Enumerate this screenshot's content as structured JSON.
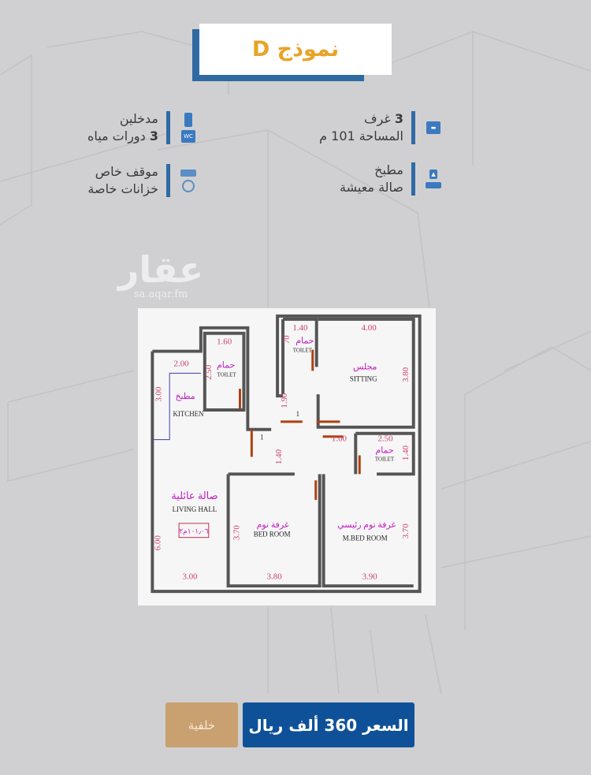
{
  "title": "نموذج D",
  "features_right": [
    {
      "line1_num": "3",
      "line1": "غرف",
      "line2": "المساحة 101 م",
      "icon": "bed-icon"
    },
    {
      "line1": "مطبخ",
      "line2": "صالة معيشة",
      "icon": "kitchen-sofa-icon"
    }
  ],
  "features_left": [
    {
      "line1": "مدخلين",
      "line2_num": "3",
      "line2": "دورات مياه",
      "icon": "door-wc-icon",
      "wc_label": "WC"
    },
    {
      "line1": "موقف خاص",
      "line2": "خزانات خاصة",
      "icon": "car-tank-icon"
    }
  ],
  "watermark": {
    "logo": "عقار",
    "url": "sa.aqar.fm"
  },
  "floor_plan": {
    "labels": {
      "kitchen_ar": "مطبخ",
      "kitchen": "KITCHEN",
      "toilet_ar": "حمام",
      "toilet": "TOILET",
      "sitting_ar": "مجلس",
      "sitting": "SITTING",
      "living_ar": "صالة عائلية",
      "living": "LIVING HALL",
      "area_tag": "١٠١٫٠٦م٢",
      "bed_ar": "غرفة نوم",
      "bed": "BED ROOM",
      "mbed_ar": "غرفة نوم رئيسي",
      "mbed": "M.BED ROOM",
      "door": "1"
    },
    "dims": {
      "kitchen_w": "2.00",
      "kitchen_h": "3.00",
      "toilet1_w": "1.60",
      "toilet1_h": "2.50",
      "toilet2_w": "1.40",
      "toilet2_h": "70",
      "sitting_w": "4.00",
      "sitting_h": "3.80",
      "corridor_h": "1.90",
      "corridor2_h": "1.40",
      "corridor_w": "1.00",
      "toilet3_w": "2.50",
      "toilet3_h": "1.40",
      "living_h": "6.00",
      "living_w": "3.00",
      "bed_w": "3.80",
      "bed_h": "3.70",
      "mbed_w": "3.90",
      "mbed_h": "3.70"
    }
  },
  "buttons": {
    "price": "السعر 360 ألف ريال",
    "background": "خلفية"
  },
  "colors": {
    "accent_blue": "#2f6aa3",
    "title_orange": "#e9a327",
    "price_button": "#0f5199",
    "bg_button": "#c9a06f"
  }
}
